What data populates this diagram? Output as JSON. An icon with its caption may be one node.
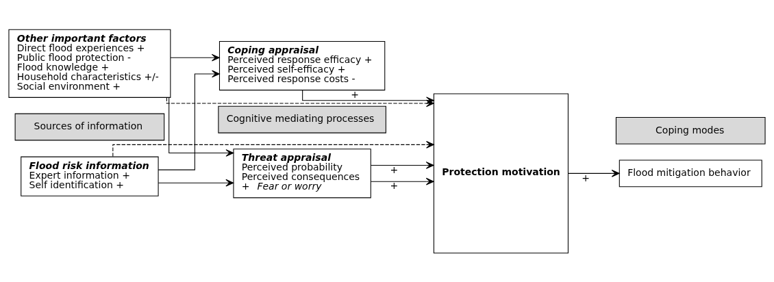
{
  "diagram": {
    "nodes": [
      {
        "text": [
          "Sources of information"
        ]
      },
      {
        "text": [
          "Cognitive mediating processes"
        ]
      },
      {
        "text": [
          "Coping modes"
        ]
      },
      {
        "text": [
          "Flood risk information",
          "Expert information +",
          "Self identification +"
        ]
      },
      {
        "text": [
          "Other important factors",
          "Direct flood experiences +",
          "Public flood protection -",
          "Flood knowledge +",
          "Household characteristics +/-",
          "Social environment +"
        ]
      },
      {
        "text": [
          "Threat appraisal",
          "Perceived probability",
          "Perceived consequences",
          "+",
          "Fear or worry"
        ]
      },
      {
        "text": [
          "Coping appraisal",
          "Perceived response efficacy +",
          "Perceived self-efficacy +",
          "Perceived response costs -"
        ]
      },
      {
        "text": [
          "Protection motivation"
        ]
      },
      {
        "text": [
          "Flood mitigation behavior"
        ]
      }
    ],
    "edges": [
      {
        "from": 3,
        "to": 5,
        "arrow": "to"
      },
      {
        "from": 3,
        "to": 6,
        "arrow": "to"
      },
      {
        "from": 4,
        "to": 5,
        "arrow": "to"
      },
      {
        "from": 4,
        "to": 6,
        "arrow": "to"
      },
      {
        "from": 3,
        "to": 7,
        "arrow": "to",
        "style": "dashed"
      },
      {
        "from": 4,
        "to": 7,
        "arrow": "to",
        "style": "dashed"
      },
      {
        "from": 5,
        "to": 7,
        "arrow": "to",
        "label": "+"
      },
      {
        "from": 5,
        "to": 7,
        "arrow": "to",
        "label": "+"
      },
      {
        "from": 6,
        "to": 7,
        "arrow": "to",
        "label": "+"
      },
      {
        "from": 7,
        "to": 8,
        "arrow": "to",
        "label": "+"
      }
    ]
  }
}
